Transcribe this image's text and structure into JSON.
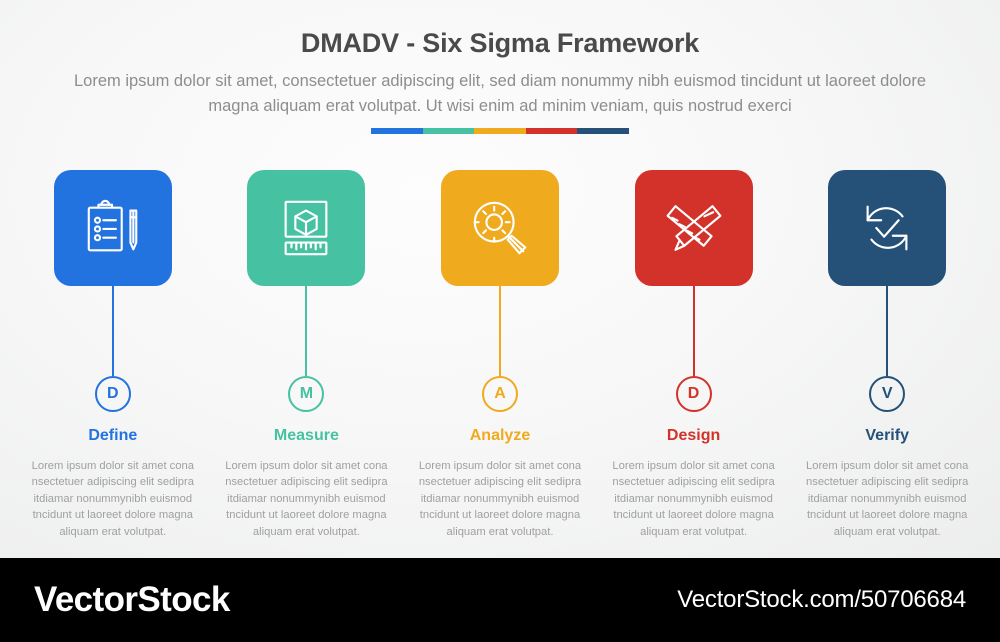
{
  "header": {
    "title": "DMADV - Six Sigma Framework",
    "subtitle": "Lorem ipsum dolor sit amet, consectetuer adipiscing elit, sed diam nonummy nibh euismod tincidunt ut laoreet dolore magna aliquam erat volutpat. Ut wisi enim ad minim veniam, quis nostrud exerci"
  },
  "divider": {
    "segments": [
      "#2272e0",
      "#46c2a2",
      "#f0aa1e",
      "#d3322a",
      "#255179"
    ]
  },
  "phases": [
    {
      "letter": "D",
      "label": "Define",
      "color": "#2272e0",
      "icon": "clipboard-checklist-pencil-icon",
      "description": "Lorem ipsum dolor sit amet cona nsectetuer adipiscing elit sedipra itdiamar nonummynibh euismod tncidunt ut laoreet dolore magna aliquam erat volutpat."
    },
    {
      "letter": "M",
      "label": "Measure",
      "color": "#46c2a2",
      "icon": "cube-ruler-measure-icon",
      "description": "Lorem ipsum dolor sit amet cona nsectetuer adipiscing elit sedipra itdiamar nonummynibh euismod tncidunt ut laoreet dolore magna aliquam erat volutpat."
    },
    {
      "letter": "A",
      "label": "Analyze",
      "color": "#f0aa1e",
      "icon": "magnifier-gear-icon",
      "description": "Lorem ipsum dolor sit amet cona nsectetuer adipiscing elit sedipra itdiamar nonummynibh euismod tncidunt ut laoreet dolore magna aliquam erat volutpat."
    },
    {
      "letter": "D",
      "label": "Design",
      "color": "#d3322a",
      "icon": "pencil-ruler-cross-icon",
      "description": "Lorem ipsum dolor sit amet cona nsectetuer adipiscing elit sedipra itdiamar nonummynibh euismod tncidunt ut laoreet dolore magna aliquam erat volutpat."
    },
    {
      "letter": "V",
      "label": "Verify",
      "color": "#255179",
      "icon": "check-circular-arrows-icon",
      "description": "Lorem ipsum dolor sit amet cona nsectetuer adipiscing elit sedipra itdiamar nonummynibh euismod tncidunt ut laoreet dolore magna aliquam erat volutpat."
    }
  ],
  "watermark": {
    "logo": "VectorStock",
    "url": "VectorStock.com/50706684"
  }
}
